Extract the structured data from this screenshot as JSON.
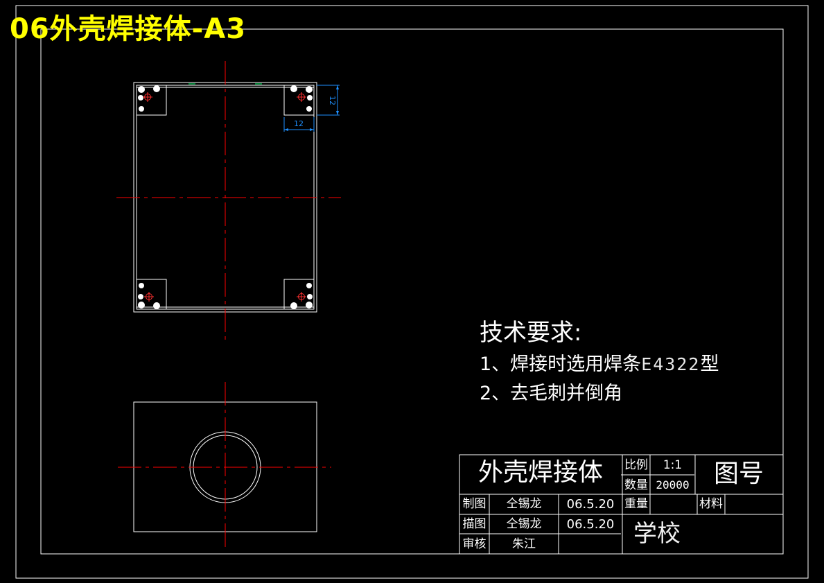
{
  "header": {
    "sheet_title": "06外壳焊接体-A3"
  },
  "technical_requirements": {
    "heading": "技术要求:",
    "item1_prefix": "1、焊接时选用焊条",
    "item1_code": "E4322",
    "item1_suffix": "型",
    "item2": "2、去毛刺并倒角"
  },
  "dimensions": {
    "horizontal": "12",
    "vertical": "12"
  },
  "title_block": {
    "part_name": "外壳焊接体",
    "scale_label": "比例",
    "scale_value": "1:1",
    "quantity_label": "数量",
    "quantity_value": "20000",
    "drawing_no_label": "图号",
    "drawn_label": "制图",
    "drawn_by": "仝锡龙",
    "drawn_date": "06.5.20",
    "weight_label": "重量",
    "material_label": "材料",
    "traced_label": "描图",
    "traced_by": "仝锡龙",
    "traced_date": "06.5.20",
    "school": "学校",
    "reviewed_label": "审核",
    "reviewed_by": "朱江"
  },
  "colors": {
    "title": "#ffff00",
    "lines": "#ffffff",
    "centerlines": "#ff0000",
    "dimensions": "#1e90ff",
    "background": "#000000"
  }
}
